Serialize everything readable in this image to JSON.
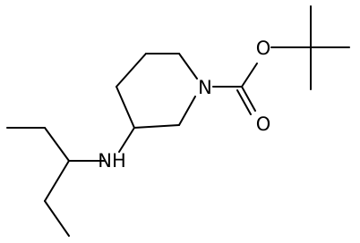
{
  "molecule": {
    "atoms": {
      "ring_nitrogen": "N",
      "ester_oxygen": "O",
      "carbonyl_oxygen": "O",
      "amine": "NH"
    },
    "colors": {
      "bond": "#000000",
      "label": "#000000",
      "background": "#ffffff"
    }
  }
}
